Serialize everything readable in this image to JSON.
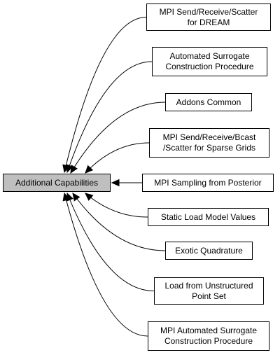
{
  "diagram": {
    "center": "Additional Capabilities",
    "nodes": [
      "MPI Send/Receive/Scatter\nfor DREAM",
      "Automated Surrogate\nConstruction Procedure",
      "Addons Common",
      "MPI Send/Receive/Bcast\n/Scatter for Sparse Grids",
      "MPI Sampling from Posterior",
      "Static Load Model Values",
      "Exotic Quadrature",
      "Load from Unstructured\nPoint Set",
      "MPI Automated Surrogate\nConstruction Procedure"
    ],
    "arrow_color": "#000000",
    "center_fill": "#bfbfbf"
  }
}
